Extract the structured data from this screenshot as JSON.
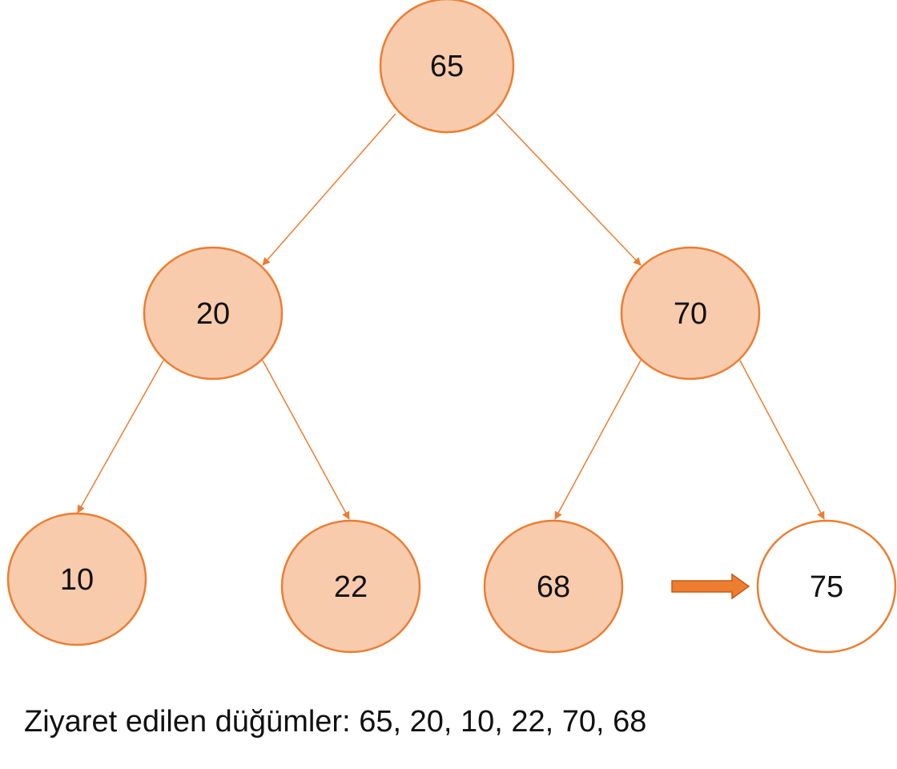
{
  "colors": {
    "node_fill_visited": "#F8CBAD",
    "node_fill_pending": "#FFFFFF",
    "node_stroke": "#ED7D31",
    "edge": "#ED7D31",
    "text": "#111111"
  },
  "tree": {
    "nodes": [
      {
        "id": "n65",
        "value": "65",
        "visited": true
      },
      {
        "id": "n20",
        "value": "20",
        "visited": true
      },
      {
        "id": "n70",
        "value": "70",
        "visited": true
      },
      {
        "id": "n10",
        "value": "10",
        "visited": true
      },
      {
        "id": "n22",
        "value": "22",
        "visited": true
      },
      {
        "id": "n68",
        "value": "68",
        "visited": true
      },
      {
        "id": "n75",
        "value": "75",
        "visited": false
      }
    ],
    "edges": [
      {
        "from": "n65",
        "to": "n20"
      },
      {
        "from": "n65",
        "to": "n70"
      },
      {
        "from": "n20",
        "to": "n10"
      },
      {
        "from": "n20",
        "to": "n22"
      },
      {
        "from": "n70",
        "to": "n68"
      },
      {
        "from": "n70",
        "to": "n75"
      }
    ],
    "current_pointer": {
      "target": "n75",
      "icon": "right-arrow-icon"
    }
  },
  "caption": {
    "visited_text": "Ziyaret edilen düğümler: 65, 20, 10, 22, 70, 68"
  }
}
